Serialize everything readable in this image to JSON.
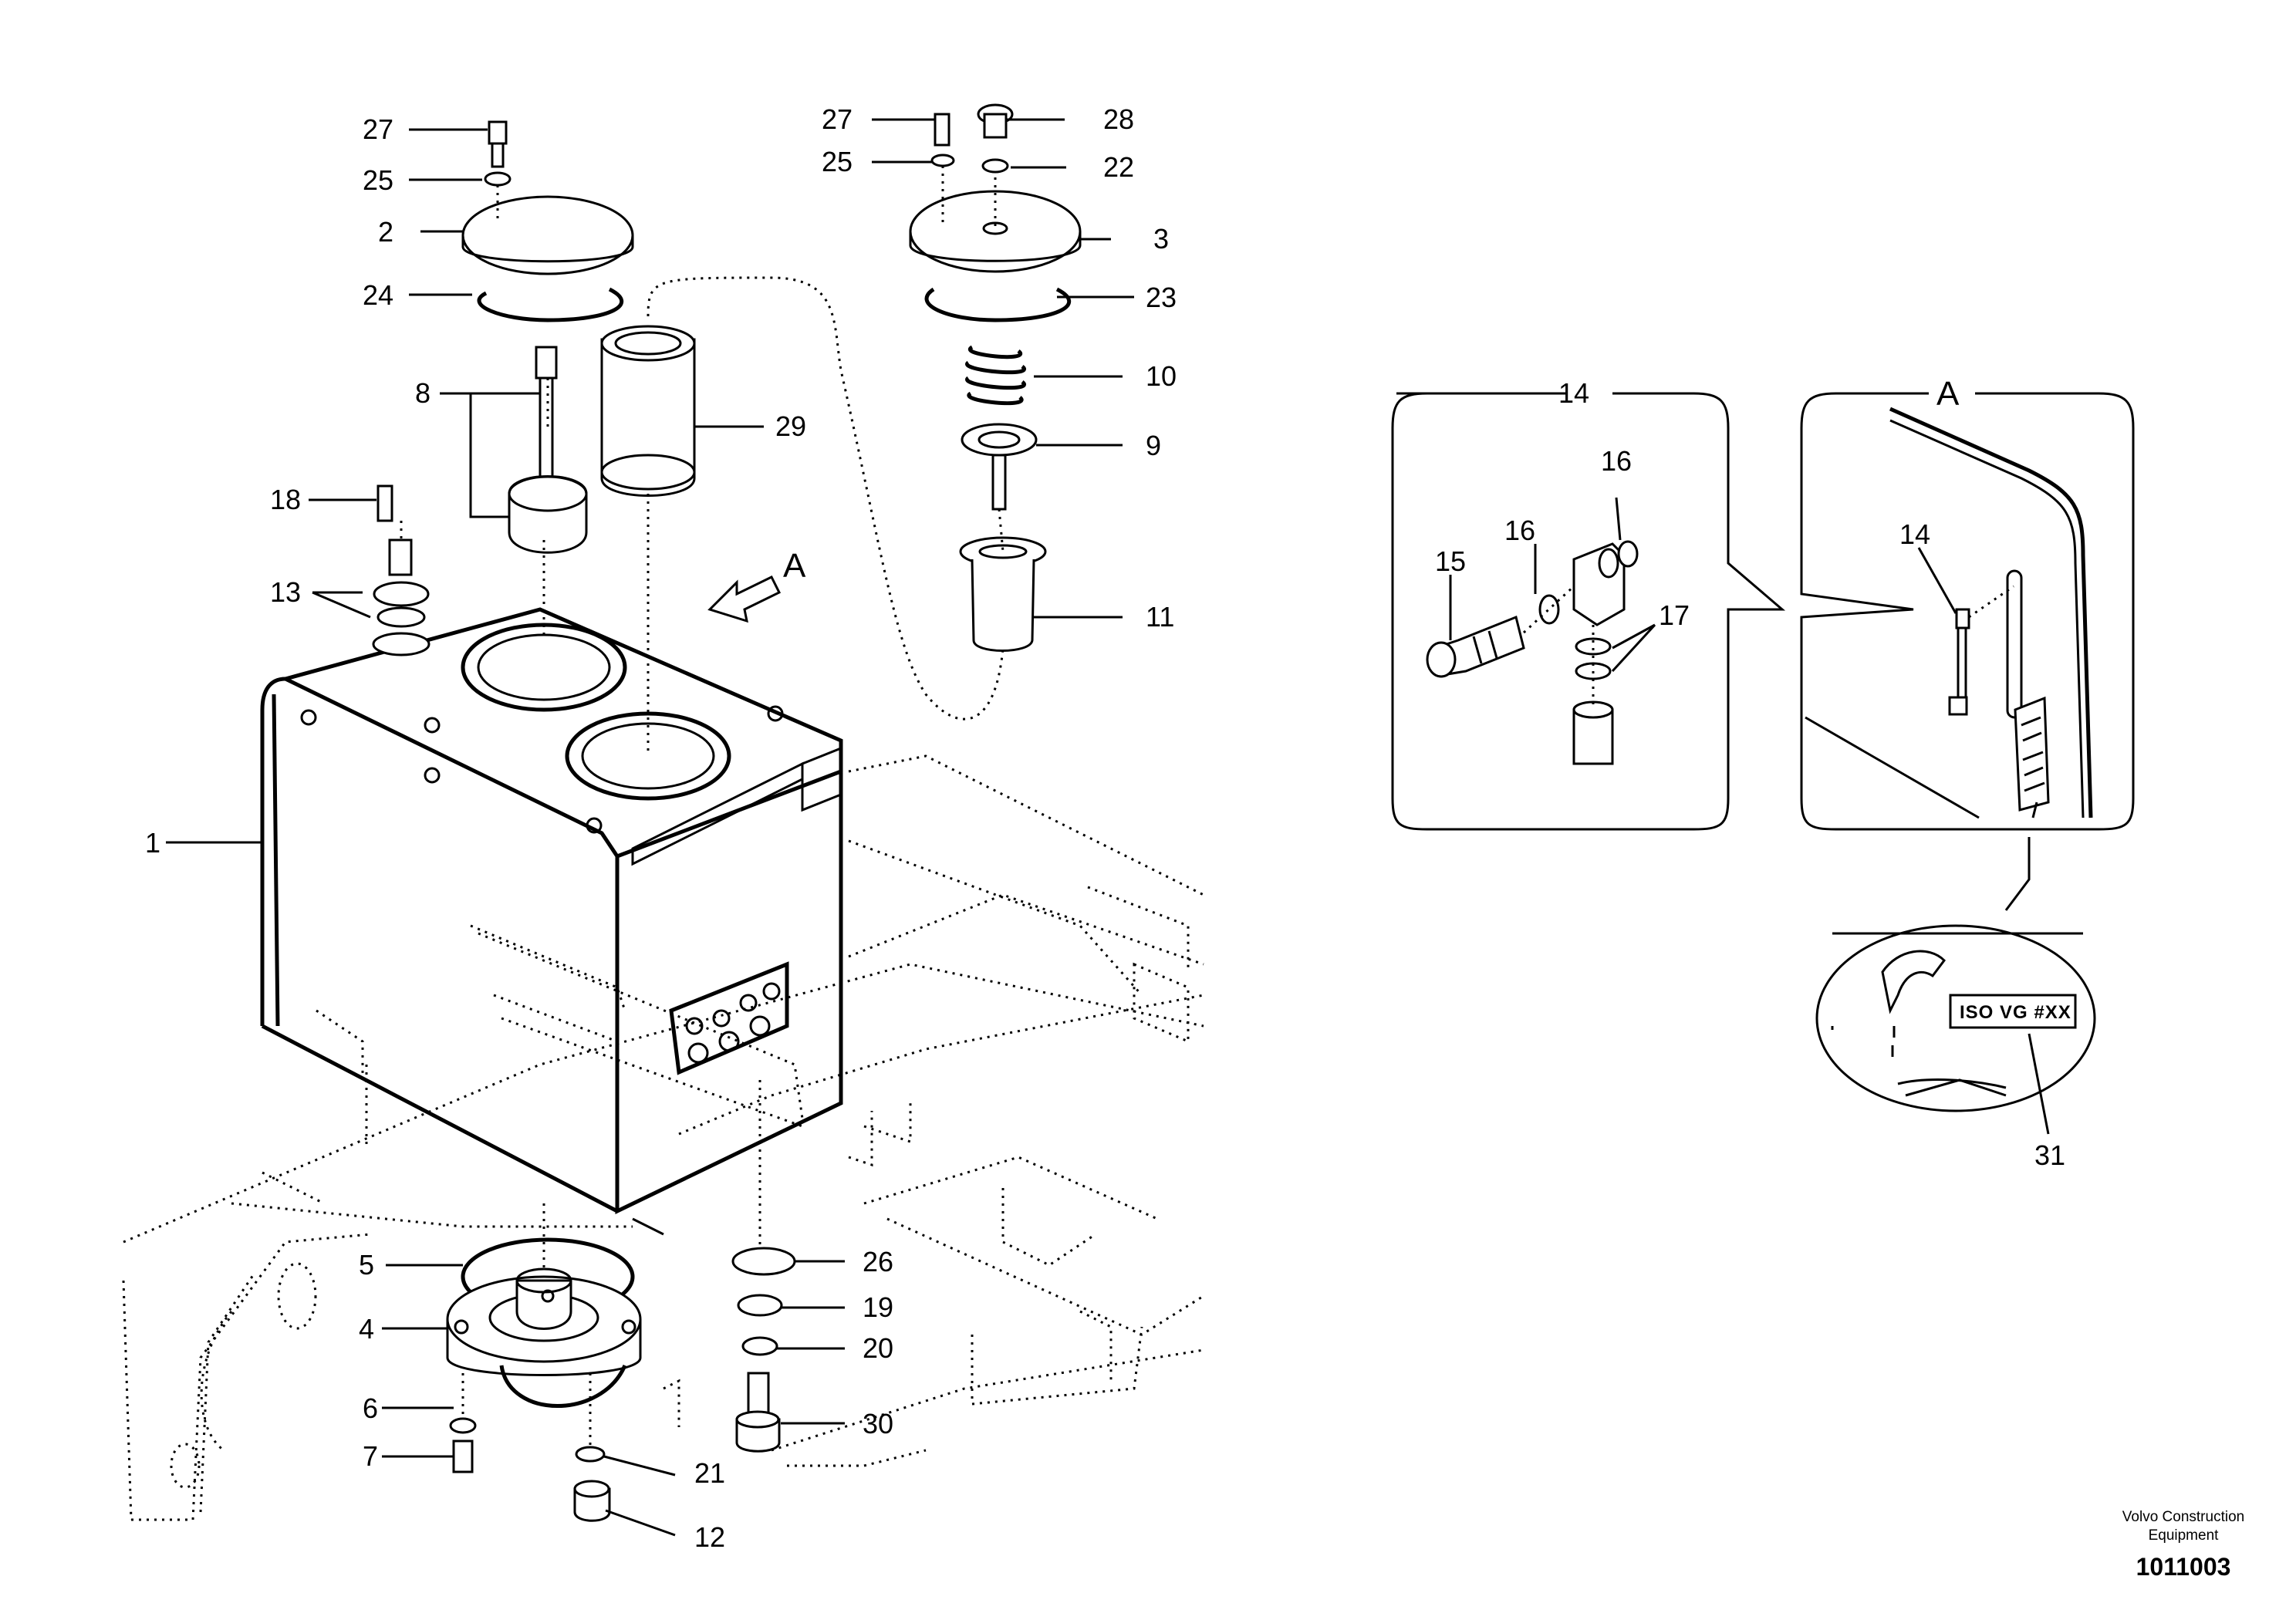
{
  "callouts": {
    "c1": "1",
    "c2": "2",
    "c3": "3",
    "c4": "4",
    "c5": "5",
    "c6": "6",
    "c7": "7",
    "c8": "8",
    "c9": "9",
    "c10": "10",
    "c11": "11",
    "c12": "12",
    "c13": "13",
    "c14a": "14",
    "c14b": "14",
    "c15": "15",
    "c16a": "16",
    "c16b": "16",
    "c17": "17",
    "c18": "18",
    "c19": "19",
    "c20": "20",
    "c21": "21",
    "c22": "22",
    "c23": "23",
    "c24": "24",
    "c25a": "25",
    "c25b": "25",
    "c26": "26",
    "c27a": "27",
    "c27b": "27",
    "c28": "28",
    "c29": "29",
    "c30": "30",
    "c31": "31"
  },
  "view_labels": {
    "arrow_a": "A",
    "detail_a": "A"
  },
  "decal_text": "ISO VG #XX",
  "footer": {
    "brand_line1": "Volvo Construction",
    "brand_line2": "Equipment",
    "doc_number": "1011003"
  }
}
